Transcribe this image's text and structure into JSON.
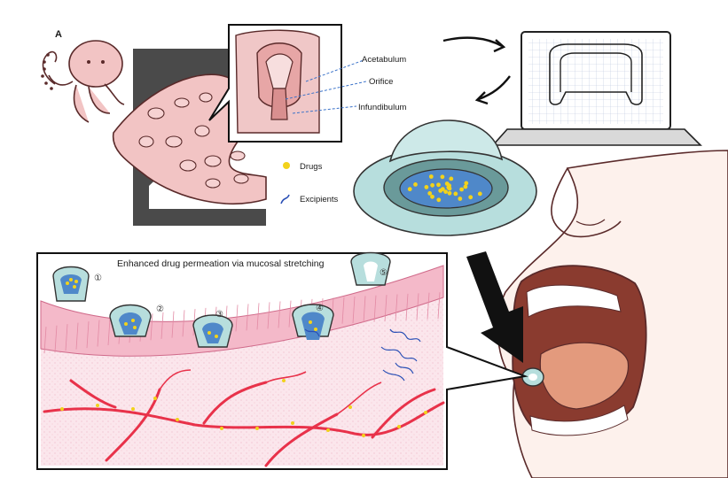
{
  "panel_label": "A",
  "callout_labels": {
    "acetabulum": "Acetabulum",
    "orifice": "Orifice",
    "infundibulum": "Infundibulum"
  },
  "legend": {
    "drugs": "Drugs",
    "excipients": "Excipients"
  },
  "permeation_title": "Enhanced drug permeation  via mucosal stretching",
  "steps": [
    "①",
    "②",
    "③",
    "④",
    "⑤"
  ],
  "colors": {
    "octopus_skin": "#f2c4c4",
    "octopus_outline": "#5a2a2a",
    "patch_cap": "#b7dedd",
    "drug_dot": "#f2d21b",
    "excipient_line": "#2a4fb5",
    "mucosa_pink": "#f4b9c9",
    "vessel_red": "#e8324a",
    "mouth_interior": "#8a3b2f",
    "tongue": "#e39a7d",
    "face_skin": "#fdf1ec",
    "dark_gray": "#4a4a4a",
    "arrow_black": "#111111"
  },
  "icons": [
    "octopus-icon",
    "laptop-icon",
    "patch-icon",
    "arrow-icon"
  ]
}
